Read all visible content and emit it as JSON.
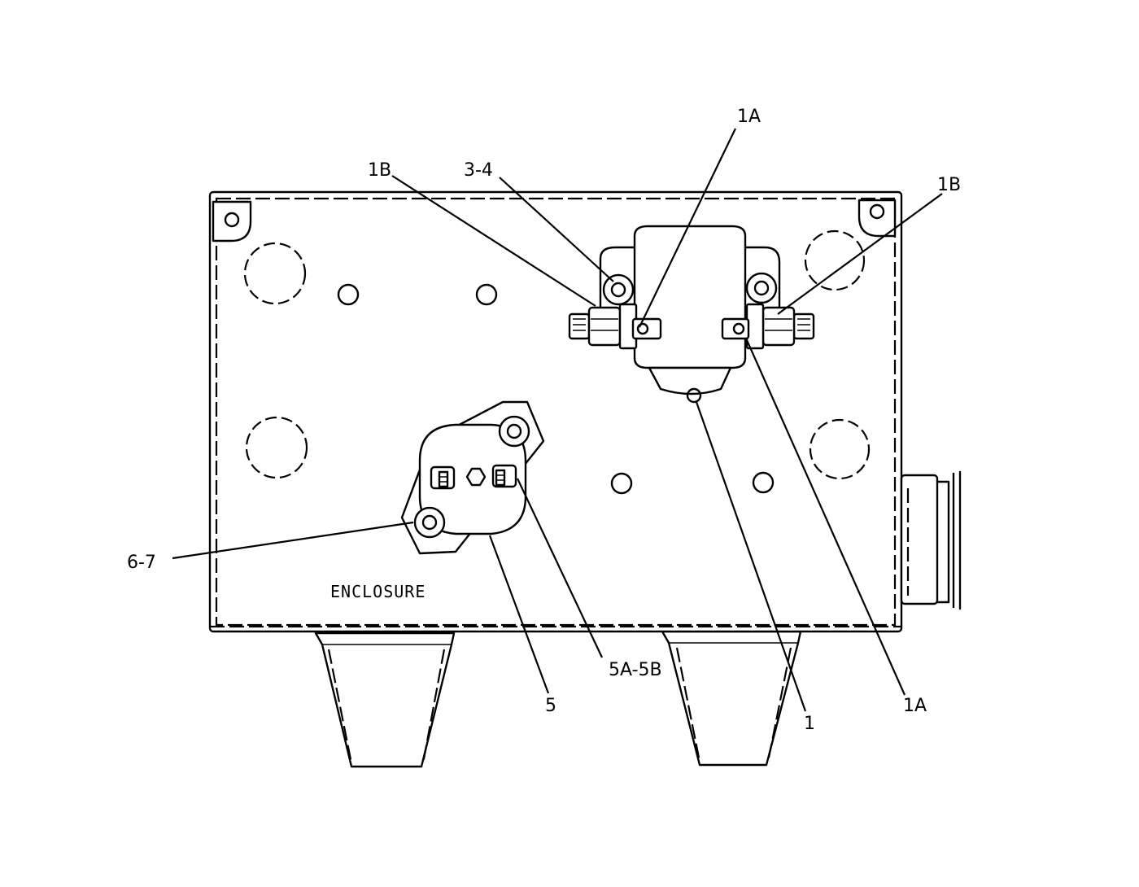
{
  "labels": {
    "callout_1a_top": "1A",
    "callout_1b_left": "1B",
    "callout_3_4": "3-4",
    "callout_1b_right": "1B",
    "callout_6_7": "6-7",
    "callout_enclosure": "ENCLOSURE",
    "callout_5a_5b": "5A-5B",
    "callout_5": "5",
    "callout_1": "1",
    "callout_1a_bottom": "1A"
  },
  "colors": {
    "line": "#000000",
    "background": "#ffffff"
  }
}
